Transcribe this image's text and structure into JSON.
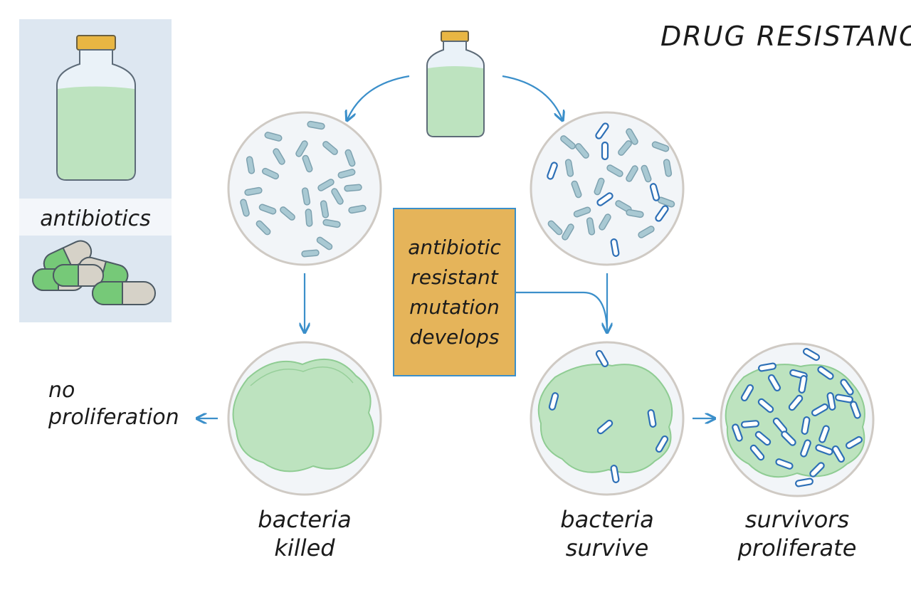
{
  "title": "DRUG RESISTANCE",
  "sidebar": {
    "label": "antibiotics"
  },
  "center_box": {
    "lines": [
      "antibiotic",
      "resistant",
      "mutation",
      "develops"
    ]
  },
  "labels": {
    "no_proliferation": [
      "no",
      "proliferation"
    ],
    "bacteria_killed": [
      "bacteria",
      "killed"
    ],
    "bacteria_survive": [
      "bacteria",
      "survive"
    ],
    "survivors_proliferate": [
      "survivors",
      "proliferate"
    ]
  },
  "colors": {
    "arrow": "#3b8fca",
    "liquid": "#bde3bf",
    "cap": "#e8b643",
    "bacteria_light": "#a9c9d3",
    "bacteria_dark": "#2d6fb6",
    "box": "#e5b45a",
    "panel": "#dde7f1"
  }
}
